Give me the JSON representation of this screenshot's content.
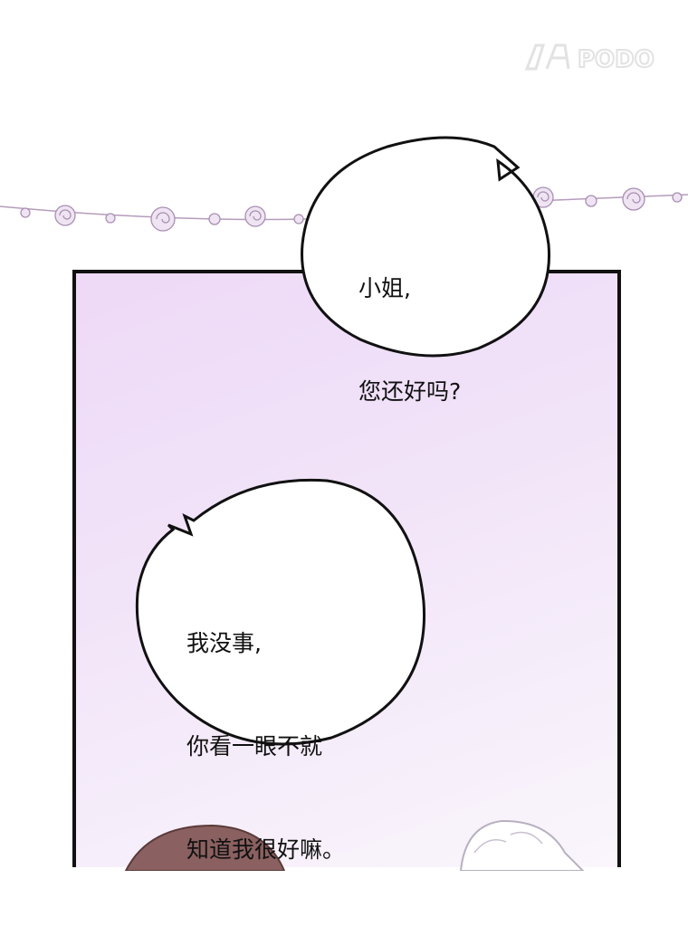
{
  "watermark": {
    "text": "PODO"
  },
  "bubbles": [
    {
      "lines": [
        "小姐,",
        "您还好吗?"
      ]
    },
    {
      "lines": [
        "我没事,",
        "你看一眼不就",
        "知道我很好嘛。"
      ]
    }
  ],
  "colors": {
    "panel_top": "#eed9f7",
    "panel_bottom": "#faf6fc",
    "necklace": "#b59cbc",
    "outline": "#111111"
  }
}
